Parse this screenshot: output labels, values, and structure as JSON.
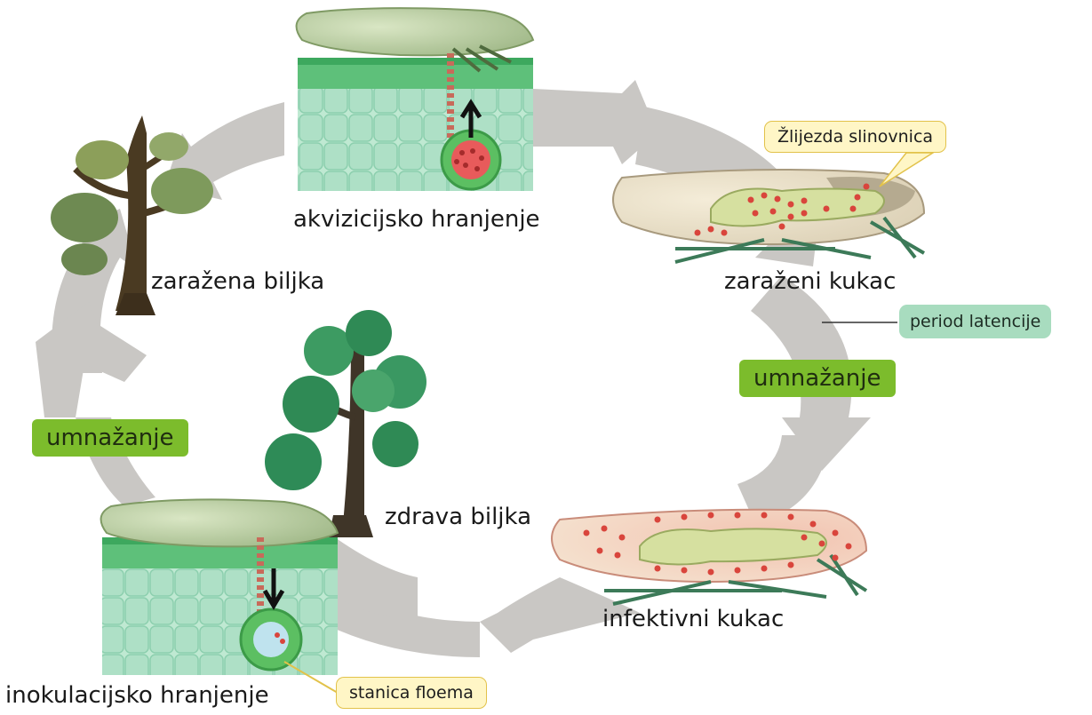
{
  "labels": {
    "acquisition": "akvizicijsko hranjenje",
    "infected_plant": "zaražena biljka",
    "infected_insect": "zaraženi kukac",
    "latency": "period latencije",
    "multiplication_right": "umnažanje",
    "multiplication_left": "umnažanje",
    "healthy_plant": "zdrava biljka",
    "infective_insect": "infektivni kukac",
    "inoculation": "inokulacijsko hranjenje",
    "salivary_gland": "Žlijezda slinovnica",
    "phloem_cell": "stanica floema"
  },
  "colors": {
    "cycle_ring": "#c9c7c4",
    "tag_green": "#7cbc2c",
    "tag_mint": "#a8dcbf",
    "callout_fill": "#fff6c6",
    "callout_border": "#e2c24a",
    "pathogen_dots": "#d9453c"
  }
}
